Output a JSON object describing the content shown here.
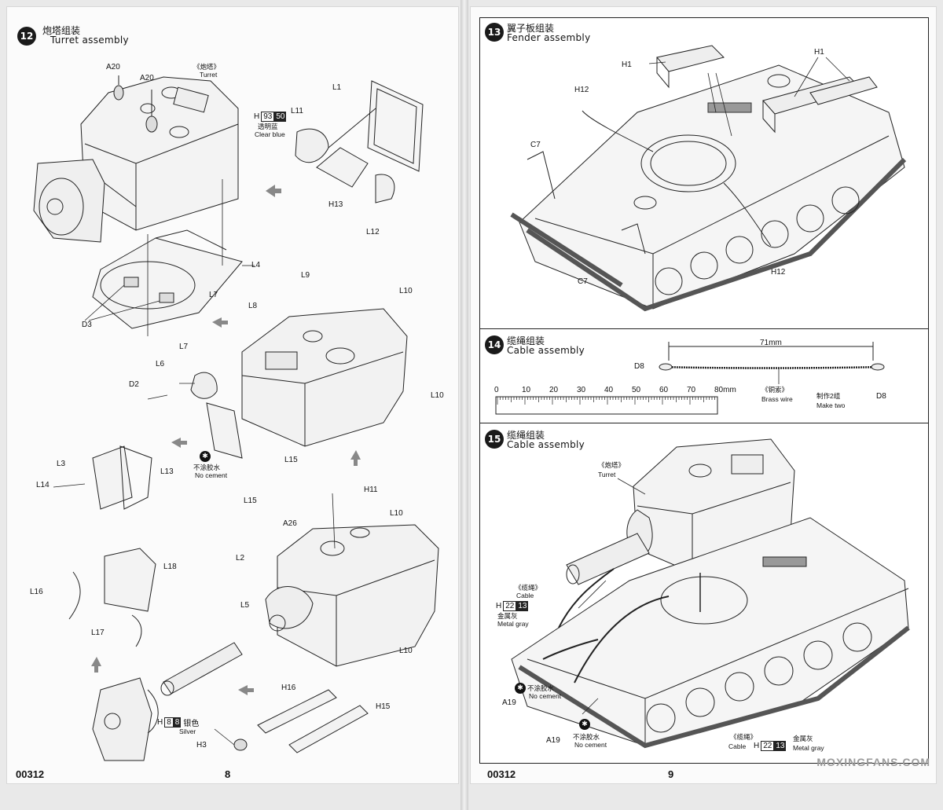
{
  "left_page": {
    "step": {
      "number": "12",
      "title_cn": "炮塔组装",
      "title_en": "Turret assembly"
    },
    "turret_label_cn": "《炮塔》",
    "turret_label_en": "Turret",
    "clear_blue": {
      "h": "H",
      "n1": "93",
      "n2": "50",
      "cn": "透明蓝",
      "en": "Clear blue"
    },
    "silver": {
      "h": "H",
      "n1": "8",
      "n2": "8",
      "cn": "银色",
      "en": "Silver"
    },
    "no_cement_cn": "不涂胶水",
    "no_cement_en": "No cement",
    "parts": {
      "a20a": "A20",
      "a20b": "A20",
      "l11": "L11",
      "l1": "L1",
      "h13": "H13",
      "l12": "L12",
      "l4": "L4",
      "l7a": "L7",
      "d3": "D3",
      "l9": "L9",
      "l10a": "L10",
      "l8": "L8",
      "l7b": "L7",
      "l6": "L6",
      "d2": "D2",
      "l10b": "L10",
      "l3": "L3",
      "l13": "L13",
      "l14": "L14",
      "l15a": "L15",
      "l15b": "L15",
      "h11": "H11",
      "a26": "A26",
      "l10c": "L10",
      "l2": "L2",
      "l18": "L18",
      "l16": "L16",
      "l5": "L5",
      "l17": "L17",
      "l10d": "L10",
      "h16": "H16",
      "h15": "H15",
      "h8": "H",
      "h3": "H3"
    },
    "footer_code": "00312",
    "page_number": "8"
  },
  "right_page": {
    "step13": {
      "number": "13",
      "title_cn": "翼子板组装",
      "title_en": "Fender assembly"
    },
    "step13_parts": {
      "h1a": "H1",
      "h1b": "H1",
      "h12a": "H12",
      "c7a": "C7",
      "c7b": "C7",
      "h12b": "H12"
    },
    "step14": {
      "number": "14",
      "title_cn": "缆绳组装",
      "title_en": "Cable assembly"
    },
    "step14_parts": {
      "length": "71mm",
      "d8a": "D8",
      "d8b": "D8",
      "wire_cn": "《铜索》",
      "wire_en": "Brass wire",
      "make_cn": "制作2组",
      "make_en": "Make two"
    },
    "ruler": {
      "ticks": [
        "0",
        "10",
        "20",
        "30",
        "40",
        "50",
        "60",
        "70",
        "80mm"
      ]
    },
    "step15": {
      "number": "15",
      "title_cn": "缆绳组装",
      "title_en": "Cable assembly"
    },
    "step15_parts": {
      "turret_cn": "《炮塔》",
      "turret_en": "Turret",
      "cable_cn": "《缆绳》",
      "cable_en": "Cable",
      "metal_gray": {
        "h": "H",
        "n1": "22",
        "n2": "13",
        "cn": "金属灰",
        "en": "Metal gray"
      },
      "a19a": "A19",
      "a19b": "A19",
      "no_cement_cn": "不涂胶水",
      "no_cement_en": "No cement",
      "cable2_cn": "《缆绳》",
      "cable2_en": "Cable"
    },
    "footer_code": "00312",
    "page_number": "9",
    "watermark": "MOXINGFANS.COM"
  }
}
